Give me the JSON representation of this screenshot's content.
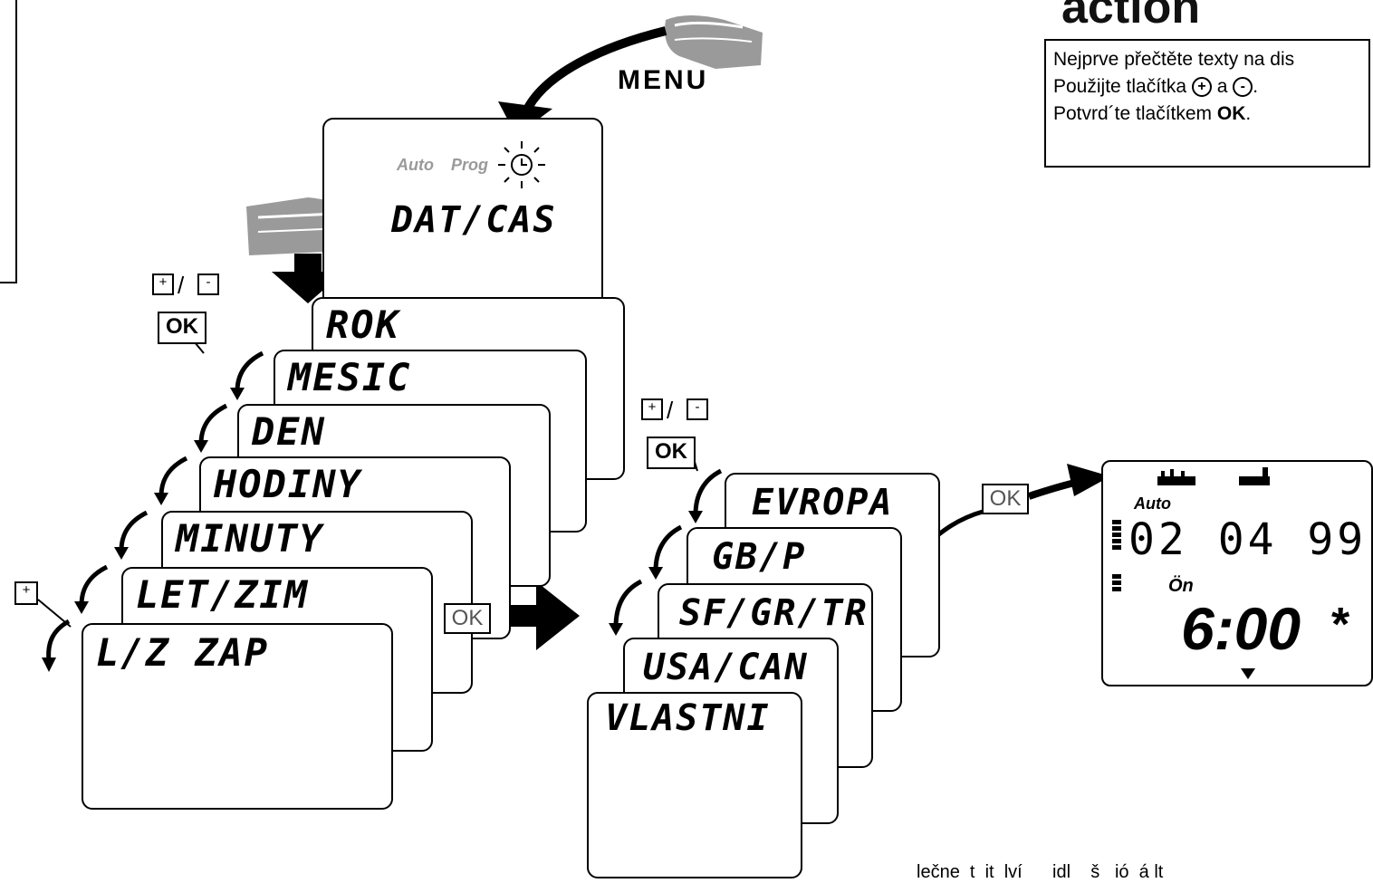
{
  "header": {
    "title_fragment": "action"
  },
  "info": {
    "line1": "Nejprve přečtěte texty na dis",
    "line2_prefix": "Použijte tlačítka",
    "plus_glyph": "+",
    "line2_mid": "a",
    "minus_glyph": "-",
    "line2_end": ".",
    "line3_prefix": "Potvrd´te tlačítkem",
    "line3_bold": "OK",
    "line3_end": "."
  },
  "menu_label": "MENU",
  "top_card": {
    "mode_auto": "Auto",
    "mode_prog": "Prog",
    "label": "DAT/CAS"
  },
  "date_cards": [
    "ROK",
    "MESIC",
    "DEN",
    "HODINY",
    "MINUTY",
    "LET/ZIM",
    "L/Z ZAP"
  ],
  "dst_cards": [
    "EVROPA",
    "GB/P",
    "SF/GR/TR",
    "USA/CAN",
    "VLASTNI"
  ],
  "keys": {
    "plus": "+",
    "slash": "/",
    "minus": "-",
    "ok": "OK"
  },
  "display": {
    "mode": "Auto",
    "date": "02 04 99",
    "day_label": "Ön",
    "time": "6:00",
    "star": "*"
  },
  "footer_fragment": "lečne  t  it  lví      idl    š   ió  á lt"
}
